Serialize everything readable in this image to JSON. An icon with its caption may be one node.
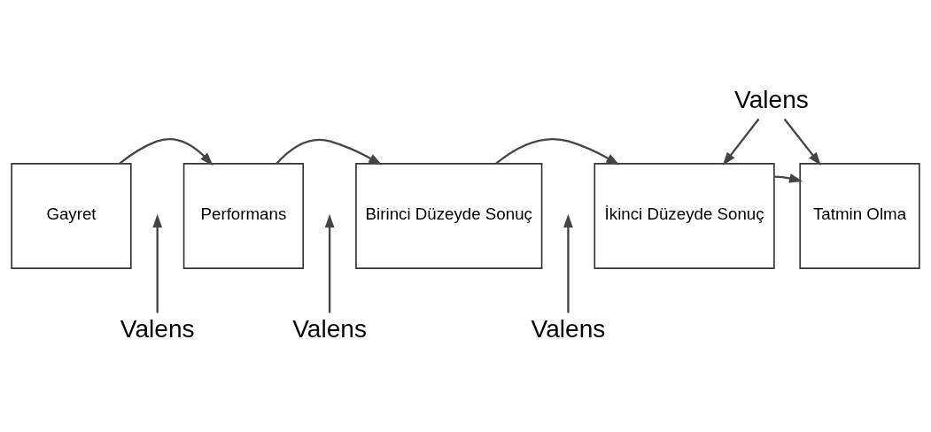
{
  "diagram": {
    "nodes": [
      {
        "text": [
          "Gayret"
        ]
      },
      {
        "text": [
          "Performans"
        ]
      },
      {
        "text": [
          "Birinci Düzeyde Sonuç"
        ]
      },
      {
        "text": [
          "İkinci Düzeyde Sonuç"
        ]
      },
      {
        "text": [
          "Tatmin Olma"
        ]
      },
      {
        "text": [
          "Valens"
        ]
      },
      {
        "text": [
          "Valens"
        ]
      },
      {
        "text": [
          "Valens"
        ]
      },
      {
        "text": [
          "Valens"
        ]
      }
    ],
    "edges": [
      {
        "from": 0,
        "to": 1,
        "arrow": "to"
      },
      {
        "from": 1,
        "to": 2,
        "arrow": "to"
      },
      {
        "from": 2,
        "to": 3,
        "arrow": "to"
      },
      {
        "from": 3,
        "to": 4,
        "arrow": "to"
      },
      {
        "from": 5,
        "to": 3,
        "arrow": "to"
      },
      {
        "from": 5,
        "to": 4,
        "arrow": "to"
      },
      {
        "from": 6,
        "to": null,
        "arrow": "to"
      },
      {
        "from": 7,
        "to": null,
        "arrow": "to"
      },
      {
        "from": 8,
        "to": null,
        "arrow": "to"
      }
    ]
  }
}
